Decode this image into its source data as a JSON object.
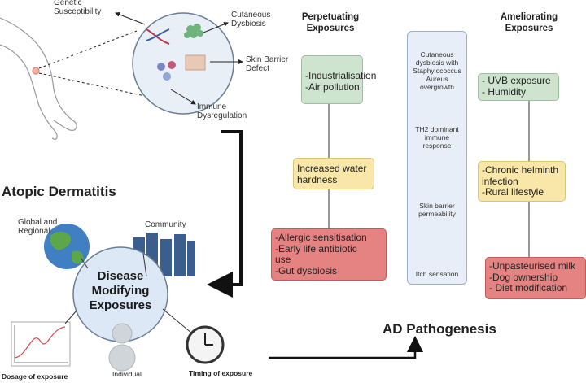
{
  "top_left": {
    "genetic": "Genetic\nSusceptibility",
    "cutaneous": "Cutaneous\nDysbiosis",
    "skin_barrier": "Skin Barrier\nDefect",
    "immune": "Immune\nDysregulation"
  },
  "left": {
    "title": "Atopic Dermatitis",
    "global": "Global and\nRegional",
    "community": "Community",
    "circle_text": "Disease\nModifying\nExposures",
    "dosage": "Dosage of exposure",
    "individual": "Individual",
    "timing": "Timing of exposure"
  },
  "perpetuating": {
    "header": "Perpetuating\nExposures",
    "green": [
      "-Industrialisation",
      "-Air pollution"
    ],
    "yellow": [
      "Increased water",
      "hardness"
    ],
    "red": [
      "-Allergic sensitisation",
      "-Early life antibiotic",
      "use",
      "-Gut dysbiosis"
    ]
  },
  "middle": {
    "items": [
      "Cutaneous\ndysbiosis with\nStaphylococcus\nAureus\novergrowth",
      "TH2 dominant\nimmune\nresponse",
      "Skin barrier\npermeability",
      "Itch sensation"
    ]
  },
  "ameliorating": {
    "header": "Ameliorating\nExposures",
    "green": [
      "- UVB exposure",
      "- Humidity"
    ],
    "yellow": [
      "-Chronic helminth",
      "infection",
      "-Rural lifestyle"
    ],
    "red": [
      "-Unpasteurised milk",
      "-Dog ownership",
      "- Diet modification"
    ]
  },
  "bottom": {
    "ad_pathogenesis": "AD Pathogenesis"
  },
  "colors": {
    "green_box": "#cfe4cf",
    "yellow_box": "#f8e7a8",
    "red_box": "#e58282",
    "circle_fill": "#dce8f5",
    "middle_panel": "#e8eef7"
  }
}
